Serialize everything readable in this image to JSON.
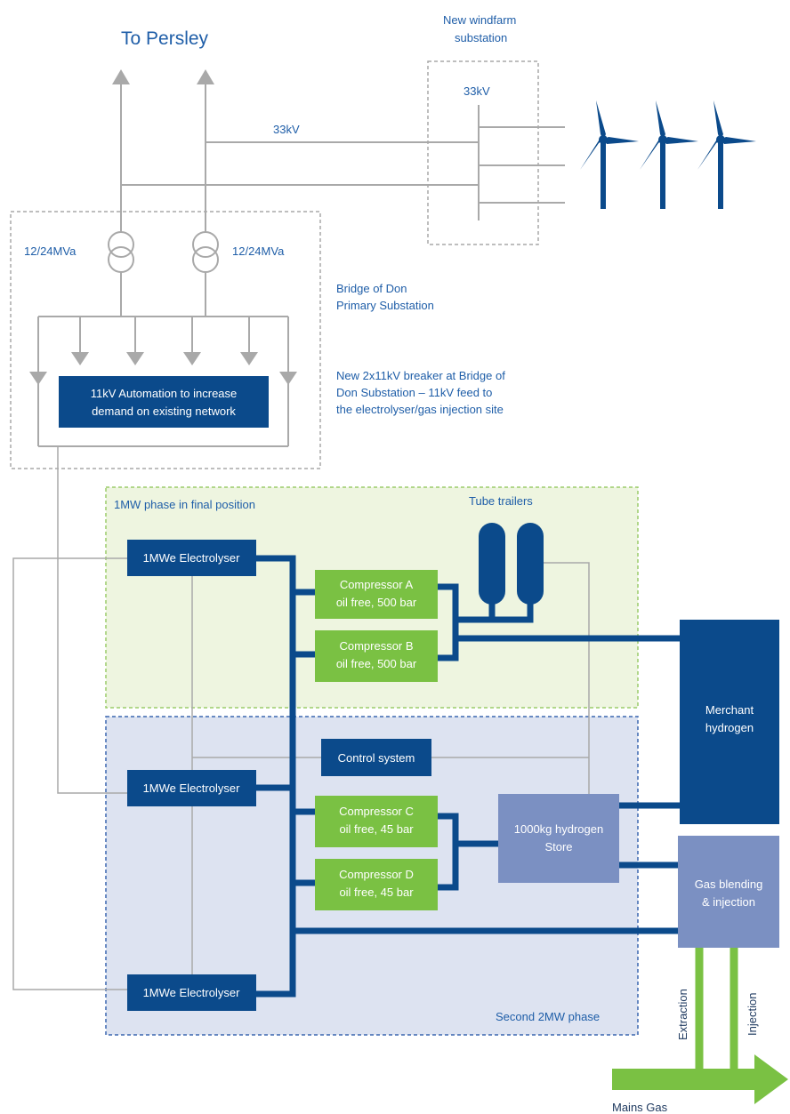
{
  "title": "To Persley",
  "windfarm": {
    "label_line1": "New windfarm",
    "label_line2": "substation",
    "voltage": "33kV"
  },
  "line_voltage": "33kV",
  "transformers": {
    "left": "12/24MVa",
    "right": "12/24MVa"
  },
  "primary_substation": {
    "line1": "Bridge of Don",
    "line2": "Primary Substation"
  },
  "automation_box": {
    "line1": "11kV Automation to increase",
    "line2": "demand on existing network"
  },
  "breaker_note": {
    "line1": "New 2x11kV breaker at Bridge of",
    "line2": "Don Substation – 11kV feed to",
    "line3": "the electrolyser/gas injection site"
  },
  "phase1_label": "1MW phase in final position",
  "phase2_label": "Second 2MW phase",
  "tube_trailers": "Tube trailers",
  "electrolysers": [
    "1MWe Electrolyser",
    "1MWe Electrolyser",
    "1MWe Electrolyser"
  ],
  "compressors": [
    {
      "name": "Compressor A",
      "spec": "oil free, 500 bar"
    },
    {
      "name": "Compressor B",
      "spec": "oil free, 500 bar"
    },
    {
      "name": "Compressor C",
      "spec": "oil free, 45 bar"
    },
    {
      "name": "Compressor D",
      "spec": "oil free, 45 bar"
    }
  ],
  "control_system": "Control system",
  "store": {
    "line1": "1000kg hydrogen",
    "line2": "Store"
  },
  "merchant": {
    "line1": "Merchant",
    "line2": "hydrogen"
  },
  "gas_blending": {
    "line1": "Gas blending",
    "line2": "& injection"
  },
  "extraction": "Extraction",
  "injection": "Injection",
  "mains_gas": "Mains Gas",
  "colors": {
    "dark_blue": "#0b4a8b",
    "text_blue": "#1f5ea8",
    "green": "#7ac143",
    "mid_blue": "#7b90c2",
    "phase1_bg": "#eef5e0",
    "phase2_bg": "#dde3f1",
    "wire_gray": "#a9a9a9"
  },
  "icons": [
    "transformer-icon",
    "wind-turbine-icon",
    "tube-trailer-icon",
    "arrow-up-icon",
    "arrow-down-icon",
    "arrow-right-icon"
  ]
}
